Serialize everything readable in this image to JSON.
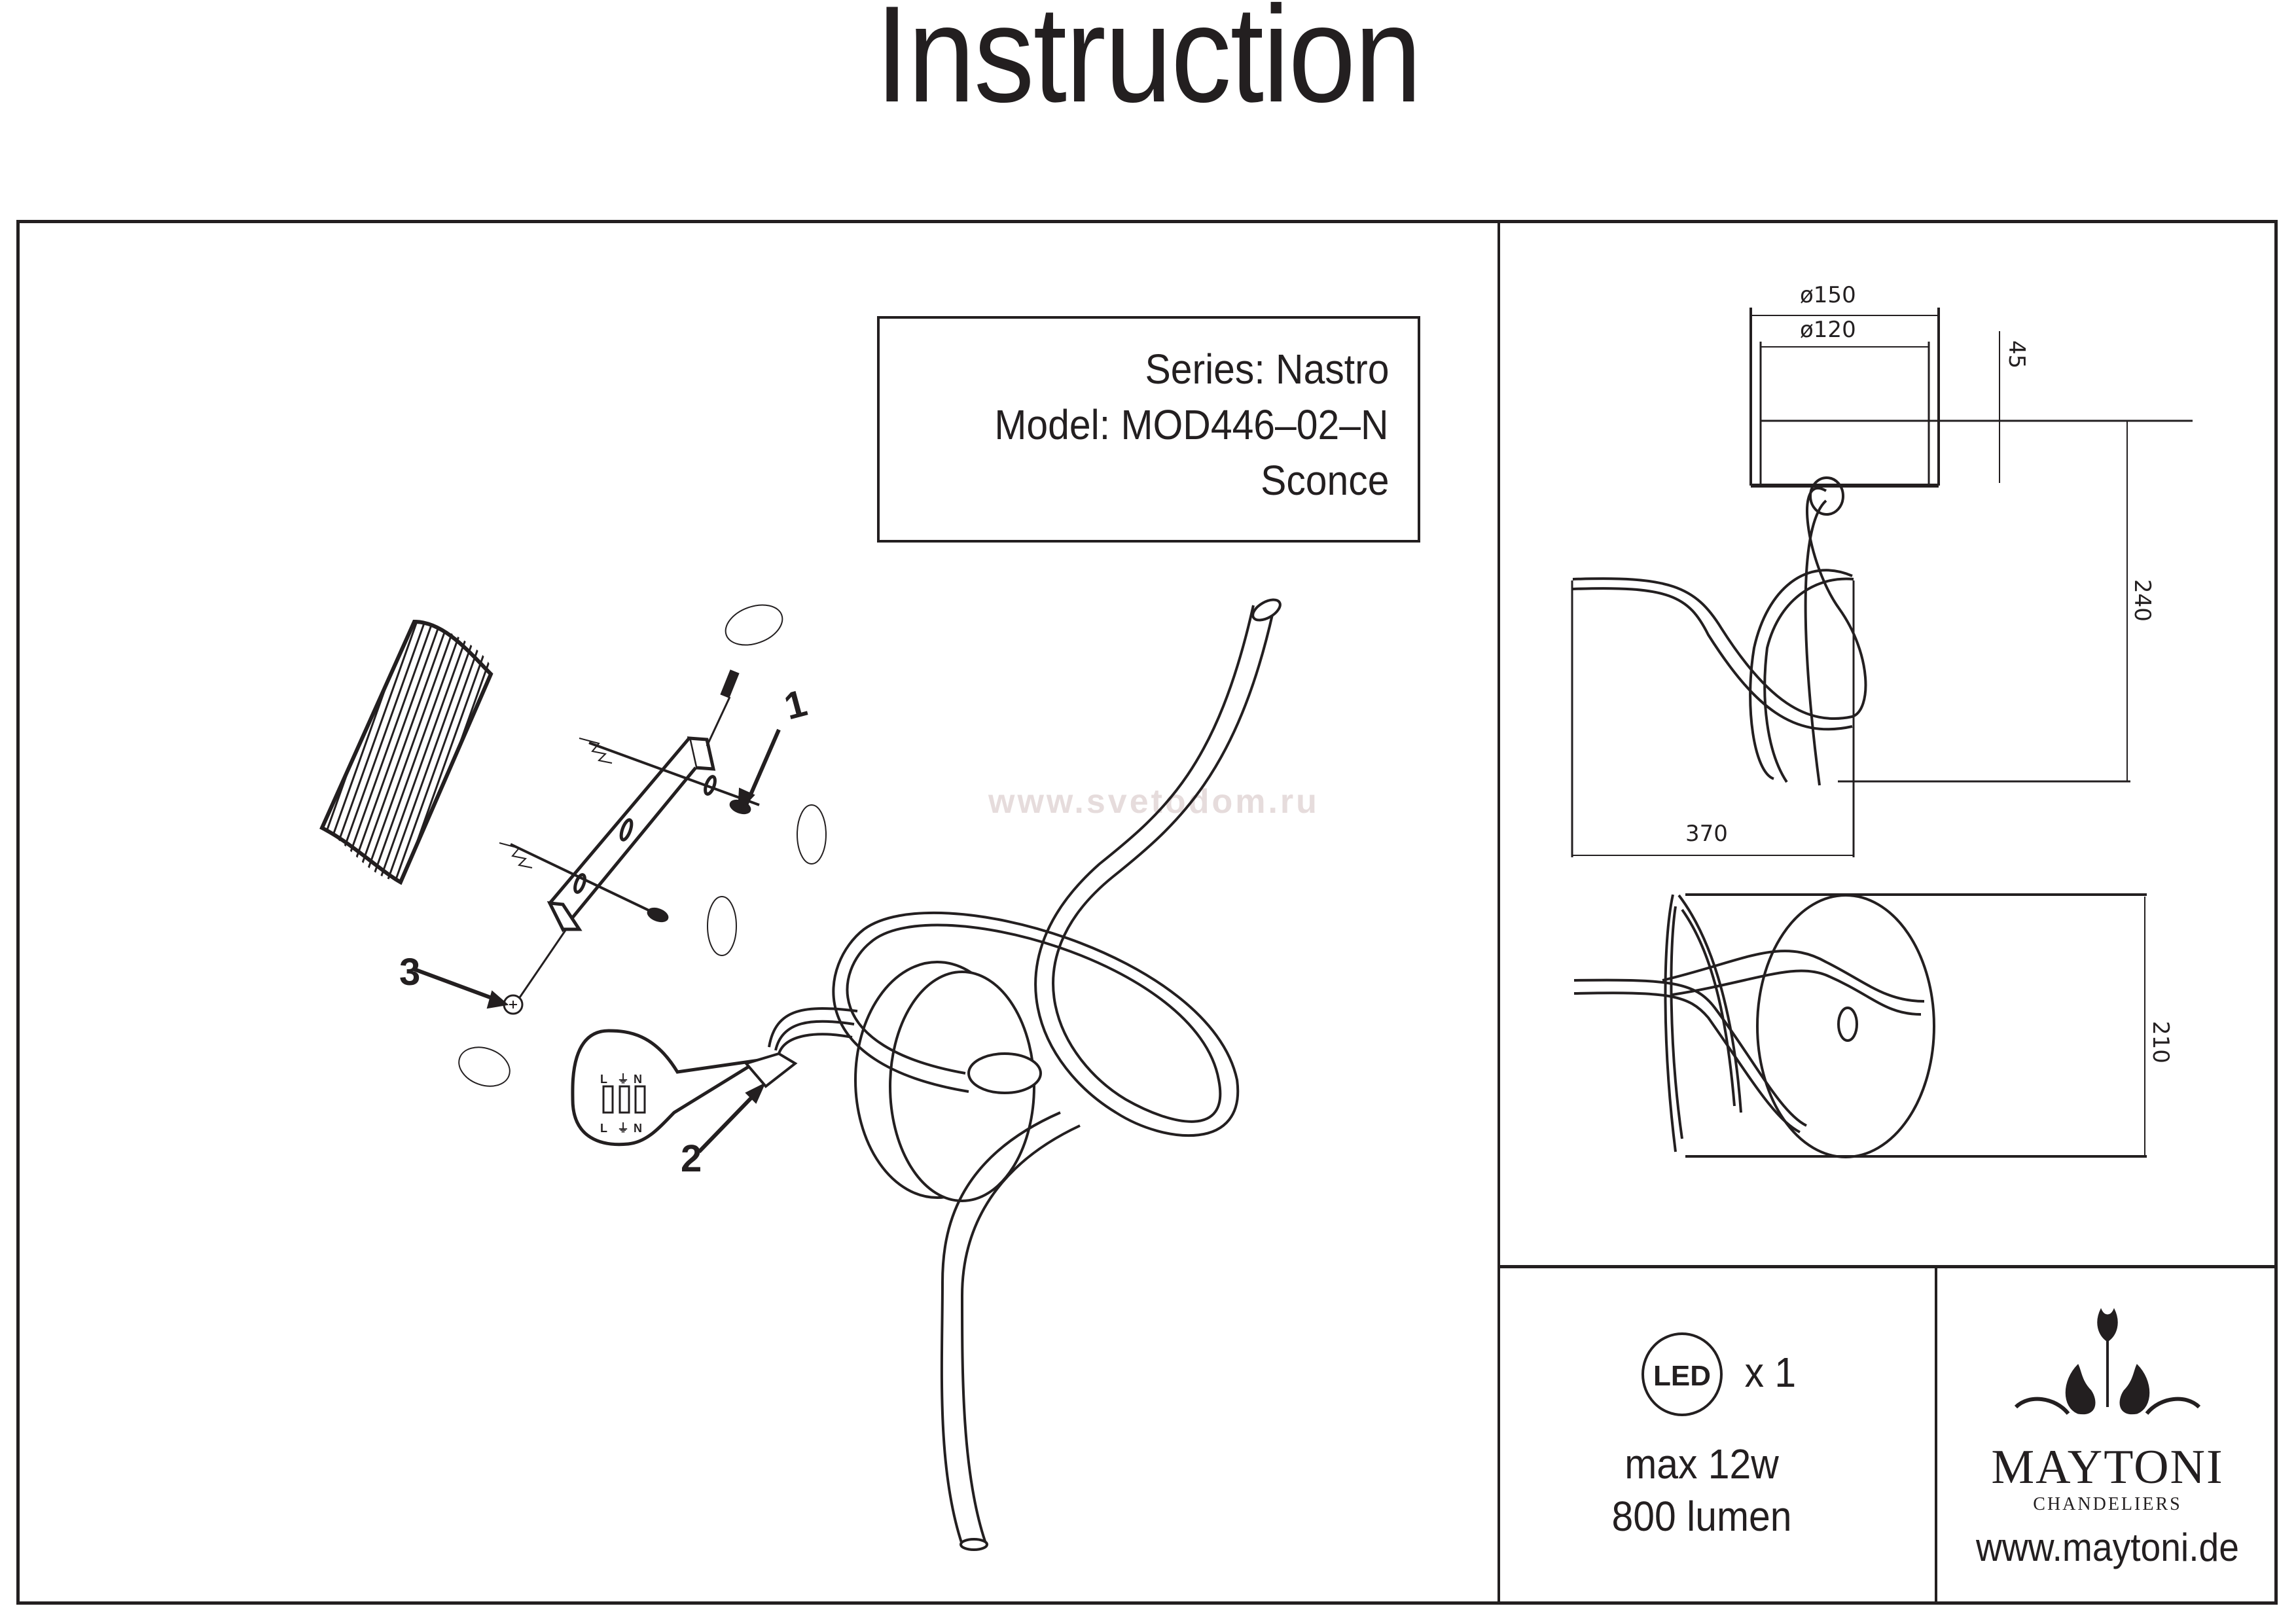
{
  "header": {
    "title": "Instruction"
  },
  "product": {
    "series_line": "Series: Nastro",
    "model_line": "Model: MOD446–02–N",
    "type_line": "Sconce"
  },
  "assembly_steps": {
    "step_labels": [
      "1",
      "2",
      "3"
    ],
    "terminal_labels_top": [
      "L",
      "⏚",
      "N"
    ],
    "terminal_labels_bottom": [
      "L",
      "⏚",
      "N"
    ]
  },
  "watermark": "www.svetodom.ru",
  "dimensions": {
    "top_view": {
      "canopy_outer_diameter": "ø150",
      "canopy_inner_diameter": "ø120",
      "canopy_height": "45",
      "total_height": "240",
      "total_width": "370"
    },
    "front_view": {
      "depth": "210"
    },
    "unit": "mm"
  },
  "specs": {
    "led_icon_label": "LED",
    "led_count": "x 1",
    "max_power": "max 12w",
    "lumen": "800 lumen"
  },
  "brand": {
    "name": "MAYTONI",
    "tagline": "CHANDELIERS",
    "website": "www.maytoni.de"
  }
}
